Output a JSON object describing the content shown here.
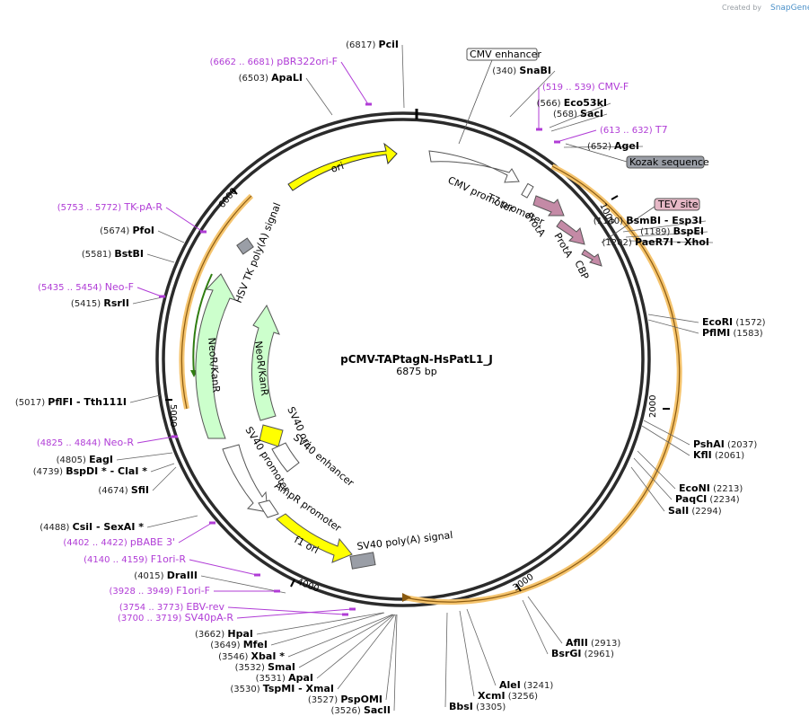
{
  "credit": {
    "prefix": "Created by",
    "brand": "SnapGene"
  },
  "plasmid": {
    "name": "pCMV-TAPtagN-HsPatL1_J",
    "size": "6875 bp"
  },
  "colors": {
    "orf_highlight": "#f5c46e",
    "ori": "#ffff00",
    "neo": "#ccffcc",
    "protA": "#c48aa6",
    "primer": "#b03cd6",
    "gray_feature": "#9a9ea6"
  },
  "ticks": [
    {
      "label": "1000"
    },
    {
      "label": "2000"
    },
    {
      "label": "3000"
    },
    {
      "label": "4000"
    },
    {
      "label": "5000"
    },
    {
      "label": "6000"
    }
  ],
  "sites": [
    {
      "name": "PciI",
      "pos": "(6817)"
    },
    {
      "name": "ApaLI",
      "pos": "(6503)"
    },
    {
      "name": "SnaBI",
      "pos": "(340)"
    },
    {
      "name": "Eco53kI",
      "pos": "(566)"
    },
    {
      "name": "SacI",
      "pos": "(568)"
    },
    {
      "name": "AgeI",
      "pos": "(652)"
    },
    {
      "name": "BsmBI",
      "name2": "Esp3I",
      "pos": "(1140)"
    },
    {
      "name": "BspEI",
      "pos": "(1189)"
    },
    {
      "name": "PaeR7I",
      "name2": "XhoI",
      "pos": "(1202)"
    },
    {
      "name": "EcoRI",
      "pos": "(1572)"
    },
    {
      "name": "PflMI",
      "pos": "(1583)"
    },
    {
      "name": "PshAI",
      "pos": "(2037)"
    },
    {
      "name": "KflI",
      "pos": "(2061)"
    },
    {
      "name": "EcoNI",
      "pos": "(2213)"
    },
    {
      "name": "PaqCI",
      "pos": "(2234)"
    },
    {
      "name": "SalI",
      "pos": "(2294)"
    },
    {
      "name": "AflII",
      "pos": "(2913)"
    },
    {
      "name": "BsrGI",
      "pos": "(2961)"
    },
    {
      "name": "AleI",
      "pos": "(3241)"
    },
    {
      "name": "XcmI",
      "pos": "(3256)"
    },
    {
      "name": "BbsI",
      "pos": "(3305)"
    },
    {
      "name": "SacII",
      "pos": "(3526)"
    },
    {
      "name": "PspOMI",
      "pos": "(3527)"
    },
    {
      "name": "TspMI",
      "name2": "XmaI",
      "pos": "(3530)"
    },
    {
      "name": "ApaI",
      "pos": "(3531)"
    },
    {
      "name": "SmaI",
      "pos": "(3532)"
    },
    {
      "name": "XbaI *",
      "pos": "(3546)"
    },
    {
      "name": "MfeI",
      "pos": "(3649)"
    },
    {
      "name": "HpaI",
      "pos": "(3662)"
    },
    {
      "name": "DraIII",
      "pos": "(4015)"
    },
    {
      "name": "CsiI",
      "name2": "SexAI *",
      "pos": "(4488)"
    },
    {
      "name": "SfiI",
      "pos": "(4674)"
    },
    {
      "name": "BspDI *",
      "name2": "ClaI *",
      "pos": "(4739)"
    },
    {
      "name": "EagI",
      "pos": "(4805)"
    },
    {
      "name": "PflFI",
      "name2": "Tth111I",
      "pos": "(5017)"
    },
    {
      "name": "RsrII",
      "pos": "(5415)"
    },
    {
      "name": "BstBI",
      "pos": "(5581)"
    },
    {
      "name": "PfoI",
      "pos": "(5674)"
    }
  ],
  "primers": [
    {
      "name": "pBR322ori-F",
      "range": "(6662 .. 6681)"
    },
    {
      "name": "CMV-F",
      "range": "(519 .. 539)"
    },
    {
      "name": "T7",
      "range": "(613 .. 632)"
    },
    {
      "name": "TK-pA-R",
      "range": "(5753 .. 5772)"
    },
    {
      "name": "Neo-F",
      "range": "(5435 .. 5454)"
    },
    {
      "name": "Neo-R",
      "range": "(4825 .. 4844)"
    },
    {
      "name": "pBABE 3'",
      "range": "(4402 .. 4422)"
    },
    {
      "name": "F1ori-R",
      "range": "(4140 .. 4159)"
    },
    {
      "name": "F1ori-F",
      "range": "(3928 .. 3949)"
    },
    {
      "name": "EBV-rev",
      "range": "(3754 .. 3773)"
    },
    {
      "name": "SV40pA-R",
      "range": "(3700 .. 3719)"
    }
  ],
  "boxed_features": [
    {
      "name": "CMV enhancer"
    },
    {
      "name": "Kozak sequence"
    },
    {
      "name": "TEV site"
    }
  ],
  "features": [
    {
      "name": "ori"
    },
    {
      "name": "CMV promoter"
    },
    {
      "name": "T7 promoter"
    },
    {
      "name": "ProtA"
    },
    {
      "name": "ProtA"
    },
    {
      "name": "CBP"
    },
    {
      "name": "HSV TK poly(A) signal"
    },
    {
      "name": "NeoR/KanR"
    },
    {
      "name": "NeoR/KanR"
    },
    {
      "name": "SV40 ori"
    },
    {
      "name": "SV40 enhancer"
    },
    {
      "name": "SV40 promoter"
    },
    {
      "name": "AmpR promoter"
    },
    {
      "name": "f1 ori"
    },
    {
      "name": "SV40 poly(A) signal"
    }
  ]
}
